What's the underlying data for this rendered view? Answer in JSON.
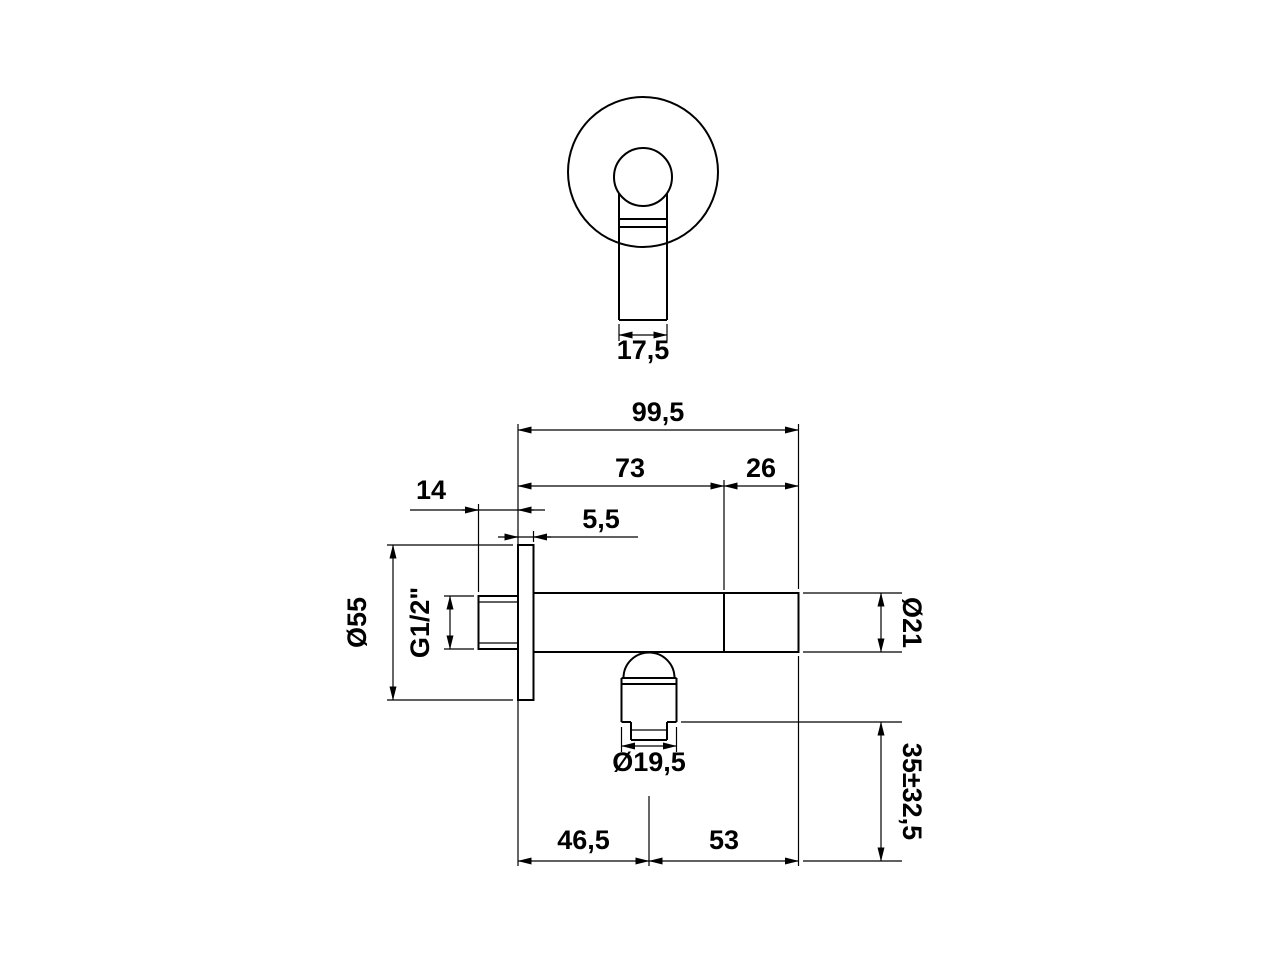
{
  "dims": {
    "stem_width": "17,5",
    "total_length": "99,5",
    "front_length": "73",
    "end_length": "26",
    "stub_length": "14",
    "flange_thickness": "5,5",
    "flange_diameter": "Ø55",
    "thread": "G1/2\"",
    "body_diameter": "Ø21",
    "outlet_diameter": "Ø19,5",
    "outlet_offset": "46,5",
    "outlet_to_end": "53",
    "adjust_range": "35±32,5"
  },
  "colors": {
    "line": "#000000",
    "background": "#ffffff"
  }
}
